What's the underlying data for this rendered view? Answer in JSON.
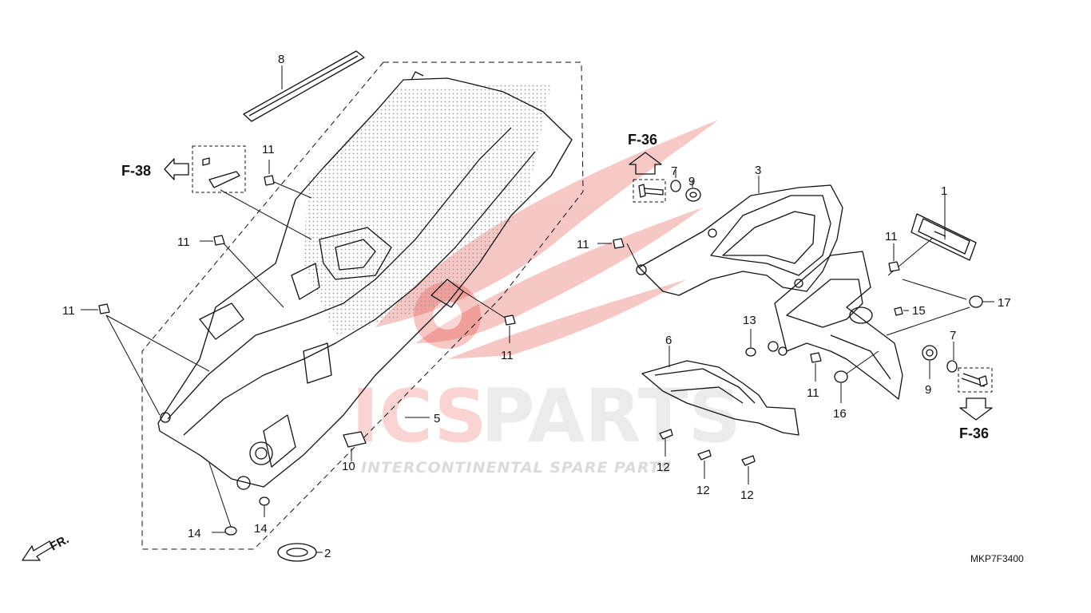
{
  "diagram_code": "MKP7F3400",
  "watermark": {
    "brand_left": "ICS",
    "brand_right": "PARTS",
    "tagline": "INTERCONTINENTAL SPARE PARTS",
    "accent_color": "#e23b33",
    "muted_color": "#c8c8c8"
  },
  "references": {
    "f38": "F-38",
    "f36_top": "F-36",
    "f36_bottom": "F-36",
    "front": "FR."
  },
  "callouts": {
    "c1": "1",
    "c2": "2",
    "c3": "3",
    "c5": "5",
    "c6": "6",
    "c7a": "7",
    "c7b": "7",
    "c8": "8",
    "c9a": "9",
    "c9b": "9",
    "c10": "10",
    "c11a": "11",
    "c11b": "11",
    "c11c": "11",
    "c11d": "11",
    "c11e": "11",
    "c11f": "11",
    "c11g": "11",
    "c12a": "12",
    "c12b": "12",
    "c12c": "12",
    "c13": "13",
    "c14a": "14",
    "c14b": "14",
    "c15": "15",
    "c16": "16",
    "c17": "17"
  }
}
